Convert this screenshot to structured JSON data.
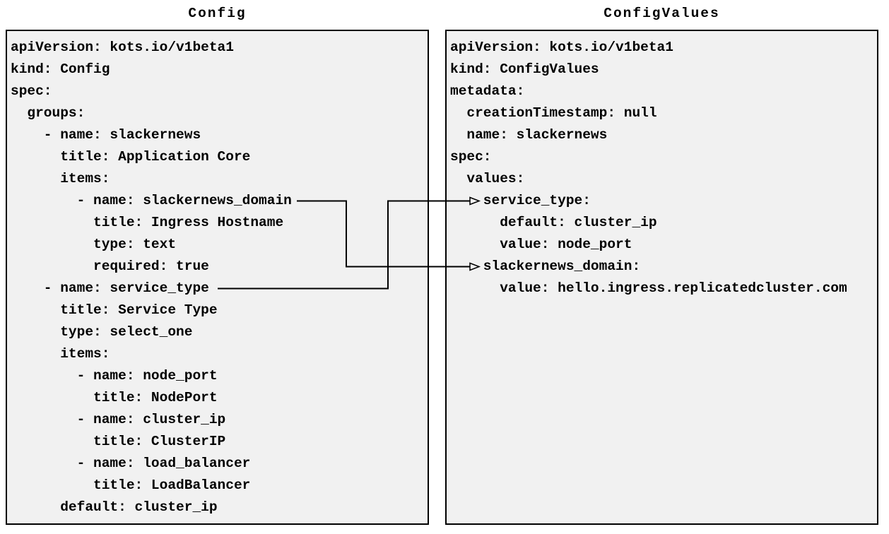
{
  "diagram": {
    "panels": [
      {
        "id": "config",
        "title": "Config",
        "lines": [
          "apiVersion: kots.io/v1beta1",
          "kind: Config",
          "spec:",
          "  groups:",
          "    - name: slackernews",
          "      title: Application Core",
          "      items:",
          "        - name: slackernews_domain",
          "          title: Ingress Hostname",
          "          type: text",
          "          required: true",
          "    - name: service_type",
          "      title: Service Type",
          "      type: select_one",
          "      items:",
          "        - name: node_port",
          "          title: NodePort",
          "        - name: cluster_ip",
          "          title: ClusterIP",
          "        - name: load_balancer",
          "          title: LoadBalancer",
          "      default: cluster_ip"
        ]
      },
      {
        "id": "configvalues",
        "title": "ConfigValues",
        "lines": [
          "apiVersion: kots.io/v1beta1",
          "kind: ConfigValues",
          "metadata:",
          "  creationTimestamp: null",
          "  name: slackernews",
          "spec:",
          "  values:",
          "    service_type:",
          "      default: cluster_ip",
          "      value: node_port",
          "    slackernews_domain:",
          "      value: hello.ingress.replicatedcluster.com"
        ]
      }
    ],
    "connectors": [
      {
        "from": "Config item name: slackernews_domain",
        "to": "ConfigValues key: slackernews_domain"
      },
      {
        "from": "Config item name: service_type",
        "to": "ConfigValues key: service_type"
      }
    ],
    "colors": {
      "page_bg": "#ffffff",
      "panel_bg": "#f1f1f1",
      "panel_border": "#000000",
      "text": "#000000",
      "connector": "#000000"
    }
  }
}
